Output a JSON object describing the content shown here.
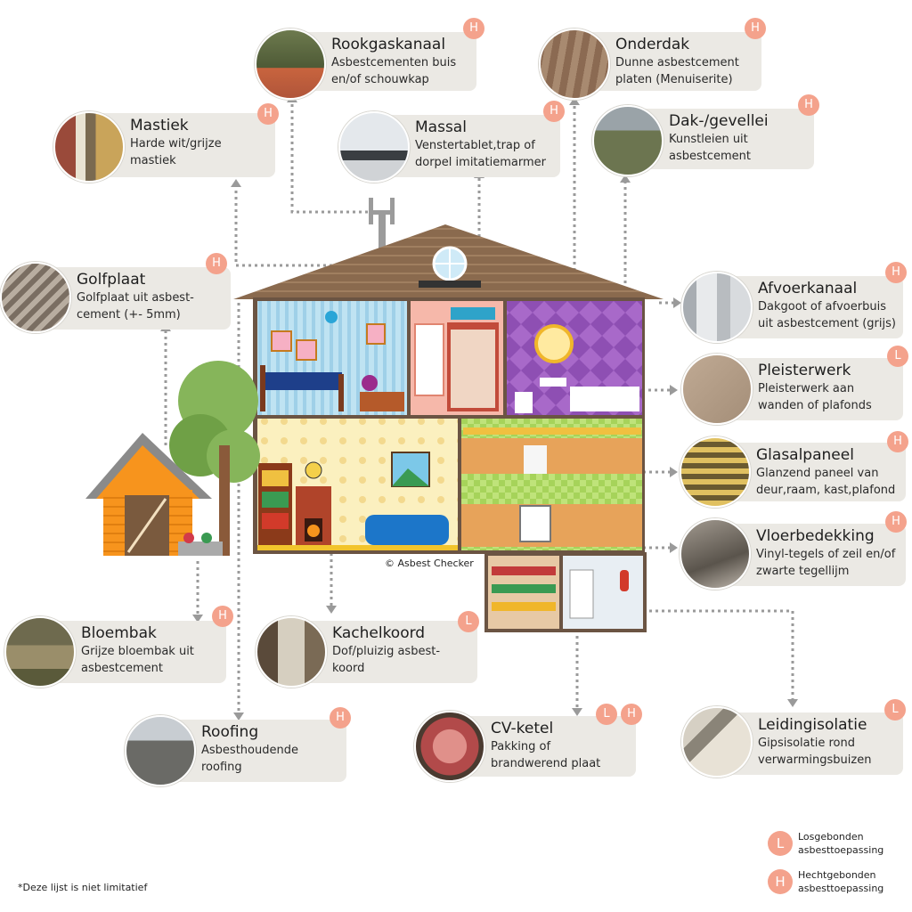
{
  "items": [
    {
      "key": "rookgaskanaal",
      "title": "Rookgaskanaal",
      "desc": [
        "Asbestcementen buis",
        "en/of schouwkap"
      ],
      "badges": [
        "H"
      ]
    },
    {
      "key": "onderdak",
      "title": "Onderdak",
      "desc": [
        "Dunne asbestcement",
        "platen (Menuiserite)"
      ],
      "badges": [
        "H"
      ]
    },
    {
      "key": "mastiek",
      "title": "Mastiek",
      "desc": [
        "Harde wit/grijze",
        "mastiek"
      ],
      "badges": [
        "H"
      ]
    },
    {
      "key": "massal",
      "title": "Massal",
      "desc": [
        "Venstertablet,trap of",
        "dorpel imitatiemarmer"
      ],
      "badges": [
        "H"
      ]
    },
    {
      "key": "dakgevellei",
      "title": "Dak-/gevellei",
      "desc": [
        "Kunstleien uit",
        "asbestcement"
      ],
      "badges": [
        "H"
      ]
    },
    {
      "key": "golfplaat",
      "title": "Golfplaat",
      "desc": [
        "Golfplaat uit asbest-",
        "cement (+- 5mm)"
      ],
      "badges": [
        "H"
      ]
    },
    {
      "key": "afvoerkanaal",
      "title": "Afvoerkanaal",
      "desc": [
        "Dakgoot of afvoerbuis",
        "uit asbestcement (grijs)"
      ],
      "badges": [
        "H"
      ]
    },
    {
      "key": "pleisterwerk",
      "title": "Pleisterwerk",
      "desc": [
        "Pleisterwerk aan",
        "wanden of plafonds"
      ],
      "badges": [
        "L"
      ]
    },
    {
      "key": "glasalpaneel",
      "title": "Glasalpaneel",
      "desc": [
        "Glanzend paneel van",
        "deur,raam, kast,plafond"
      ],
      "badges": [
        "H"
      ]
    },
    {
      "key": "vloerbedekking",
      "title": "Vloerbedekking",
      "desc": [
        "Vinyl-tegels of zeil en/of",
        "zwarte tegellijm"
      ],
      "badges": [
        "H"
      ]
    },
    {
      "key": "bloembak",
      "title": "Bloembak",
      "desc": [
        "Grijze  bloembak uit",
        "asbestcement"
      ],
      "badges": [
        "H"
      ]
    },
    {
      "key": "kachelkoord",
      "title": "Kachelkoord",
      "desc": [
        "Dof/pluizig asbest-",
        "koord"
      ],
      "badges": [
        "L"
      ]
    },
    {
      "key": "roofing",
      "title": "Roofing",
      "desc": [
        "Asbesthoudende",
        "roofing"
      ],
      "badges": [
        "H"
      ]
    },
    {
      "key": "cvketel",
      "title": "CV-ketel",
      "desc": [
        "Pakking of",
        "brandwerend plaat"
      ],
      "badges": [
        "L",
        "H"
      ]
    },
    {
      "key": "leidingisolatie",
      "title": "Leidingisolatie",
      "desc": [
        "Gipsisolatie rond",
        "verwarmingsbuizen"
      ],
      "badges": [
        "L"
      ]
    }
  ],
  "legend": [
    {
      "letter": "L",
      "lines": [
        "Losgebonden",
        "asbesttoepassing"
      ]
    },
    {
      "letter": "H",
      "lines": [
        "Hechtgebonden",
        "asbesttoepassing"
      ]
    }
  ],
  "copyright": "© Asbest Checker",
  "footnote": "*Deze lijst is niet limitatief",
  "colors": {
    "badge": "#f4a28c",
    "card": "#ebe9e4",
    "connector": "#9a9a9a",
    "roof": "#8a6a4e"
  }
}
